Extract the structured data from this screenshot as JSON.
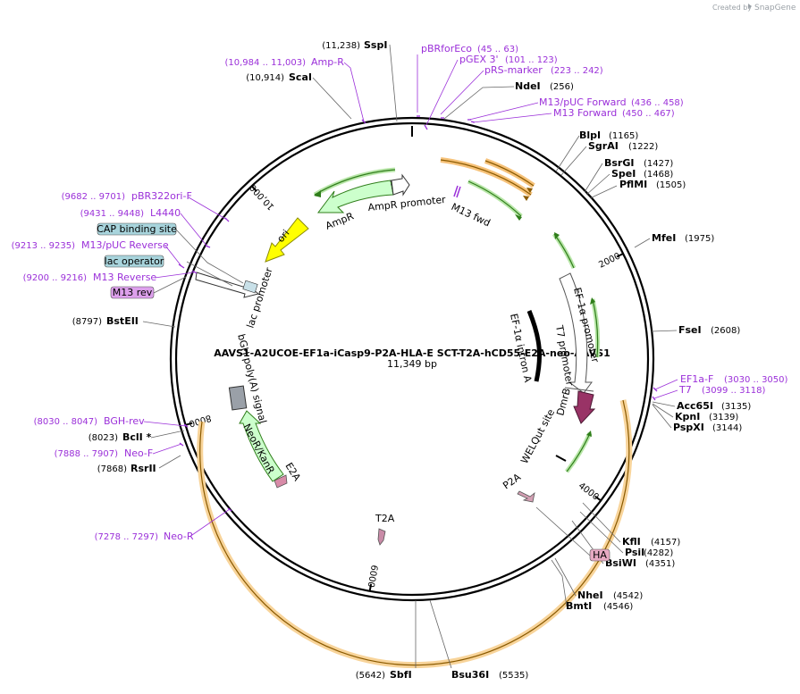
{
  "credit": {
    "prefix": "Created by",
    "brand": "SnapGene"
  },
  "map": {
    "name": "AAVS1-A2UCOE-EF1a-iCasp9-P2A-HLA-E SCT-T2A-hCD55-E2A-neo-AAVS1",
    "length_label": "11,349 bp",
    "total_bp": 11349
  },
  "ticks": [
    {
      "bp": 2000,
      "label": "2000"
    },
    {
      "bp": 4000,
      "label": "4000"
    },
    {
      "bp": 6000,
      "label": "6000"
    },
    {
      "bp": 8000,
      "label": "8000"
    },
    {
      "bp": 10000,
      "label": "10,000"
    }
  ],
  "enzymes": [
    {
      "name": "SspI",
      "pos": "(11,238)"
    },
    {
      "name": "ScaI",
      "pos": "(10,914)"
    },
    {
      "name": "NdeI",
      "pos": "(256)"
    },
    {
      "name": "BlpI",
      "pos": "(1165)"
    },
    {
      "name": "SgrAI",
      "pos": "(1222)"
    },
    {
      "name": "BsrGI",
      "pos": "(1427)"
    },
    {
      "name": "SpeI",
      "pos": "(1468)"
    },
    {
      "name": "PflMI",
      "pos": "(1505)"
    },
    {
      "name": "MfeI",
      "pos": "(1975)"
    },
    {
      "name": "FseI",
      "pos": "(2608)"
    },
    {
      "name": "Acc65I",
      "pos": "(3135)"
    },
    {
      "name": "KpnI",
      "pos": "(3139)"
    },
    {
      "name": "PspXI",
      "pos": "(3144)"
    },
    {
      "name": "KflI",
      "pos": "(4157)"
    },
    {
      "name": "PsiI",
      "pos": "(4282)"
    },
    {
      "name": "BsiWI",
      "pos": "(4351)"
    },
    {
      "name": "NheI",
      "pos": "(4542)"
    },
    {
      "name": "BmtI",
      "pos": "(4546)"
    },
    {
      "name": "Bsu36I",
      "pos": "(5535)"
    },
    {
      "name": "SbfI",
      "pos": "(5642)"
    },
    {
      "name": "RsrII",
      "pos": "(7868)"
    },
    {
      "name": "BclI *",
      "pos": "(8023)"
    },
    {
      "name": "BstEII",
      "pos": "(8797)"
    }
  ],
  "primers": [
    {
      "name": "Amp-R",
      "pos": "(10,984 .. 11,003)"
    },
    {
      "name": "pBRforEco",
      "pos": "(45 .. 63)"
    },
    {
      "name": "pGEX 3'",
      "pos": "(101 .. 123)"
    },
    {
      "name": "pRS-marker",
      "pos": "(223 .. 242)"
    },
    {
      "name": "M13/pUC Forward",
      "pos": "(436 .. 458)"
    },
    {
      "name": "M13 Forward",
      "pos": "(450 .. 467)"
    },
    {
      "name": "pBR322ori-F",
      "pos": "(9682 .. 9701)"
    },
    {
      "name": "L4440",
      "pos": "(9431 .. 9448)"
    },
    {
      "name": "M13/pUC Reverse",
      "pos": "(9213 .. 9235)"
    },
    {
      "name": "M13 Reverse",
      "pos": "(9200 .. 9216)"
    },
    {
      "name": "EF1a-F",
      "pos": "(3030 .. 3050)"
    },
    {
      "name": "T7",
      "pos": "(3099 .. 3118)"
    },
    {
      "name": "BGH-rev",
      "pos": "(8030 .. 8047)"
    },
    {
      "name": "Neo-F",
      "pos": "(7888 .. 7907)"
    },
    {
      "name": "Neo-R",
      "pos": "(7278 .. 7297)"
    }
  ],
  "boxed_labels": [
    {
      "name": "CAP binding site",
      "color": "#a8d4dc"
    },
    {
      "name": "lac operator",
      "color": "#a8d4dc"
    },
    {
      "name": "M13 rev",
      "color": "#dda0ec"
    },
    {
      "name": "HA",
      "color": "#e6a9c2"
    }
  ],
  "features": [
    {
      "name": "AmpR",
      "color": "#ccffcc"
    },
    {
      "name": "AmpR promoter",
      "color": "#ffffff"
    },
    {
      "name": "ori",
      "color": "#ffff00"
    },
    {
      "name": "lac promoter",
      "color": "#ffffff"
    },
    {
      "name": "M13 fwd",
      "color": "#9b30d9"
    },
    {
      "name": "EF-1α promoter",
      "color": "#ffffff"
    },
    {
      "name": "EF-1α intron A",
      "color": "#000000"
    },
    {
      "name": "T7 promoter",
      "color": "#ffffff"
    },
    {
      "name": "DmrB",
      "color": "#993366"
    },
    {
      "name": "WELQut site",
      "color": "#000000"
    },
    {
      "name": "P2A",
      "color": "#d4a0b4"
    },
    {
      "name": "T2A",
      "color": "#c98ba7"
    },
    {
      "name": "E2A",
      "color": "#d88ba8"
    },
    {
      "name": "NeoR/KanR",
      "color": "#ccffcc"
    },
    {
      "name": "bGH poly(A) signal",
      "color": "#9aa0a8"
    }
  ]
}
